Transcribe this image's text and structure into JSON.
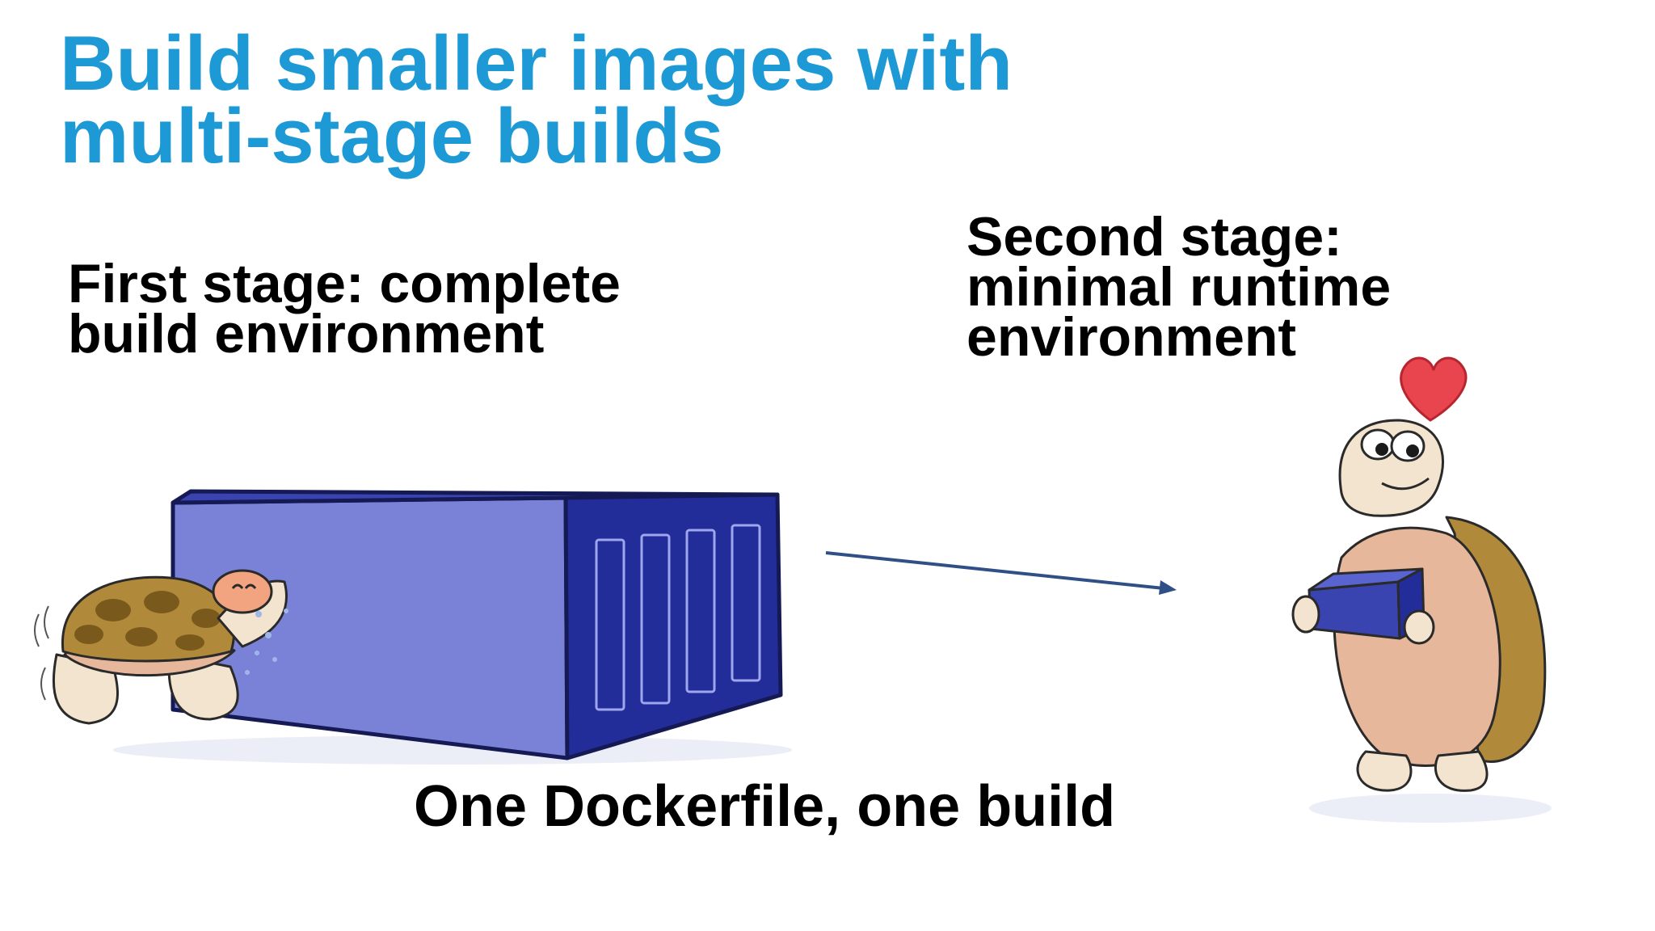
{
  "slide": {
    "title_lines": [
      "Build smaller images with",
      "multi-stage builds"
    ],
    "first_stage": {
      "lines": [
        "First stage: complete",
        "build environment"
      ]
    },
    "second_stage": {
      "lines": [
        "Second stage:",
        "minimal runtime",
        "environment"
      ]
    },
    "caption": "One Dockerfile, one build"
  },
  "colors": {
    "title": "#1d9ad6",
    "container_front": "#7a82d8",
    "container_top": "#3a44b0",
    "container_end": "#232d9a",
    "arrow": "#2f4f86",
    "shell": "#b08a3a",
    "skin": "#f3e4cf",
    "heart": "#e8454f"
  },
  "icons": {
    "heart": "heart-icon",
    "arrow": "arrow-right-icon"
  }
}
